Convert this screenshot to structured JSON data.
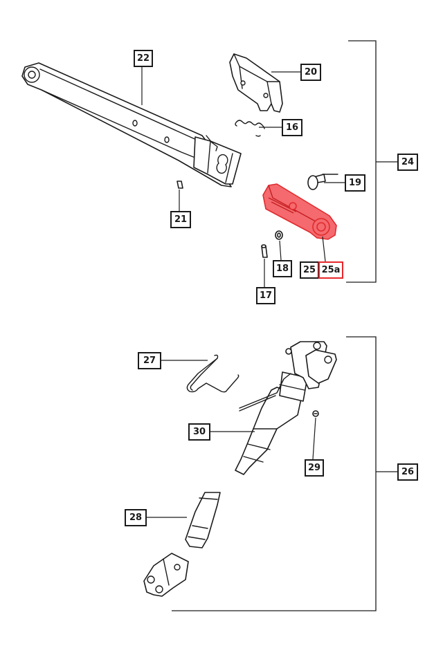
{
  "diagram": {
    "highlight_color": "#e8262a",
    "labels": [
      {
        "id": "l22",
        "text": "22",
        "highlight": false
      },
      {
        "id": "l20",
        "text": "20",
        "highlight": false
      },
      {
        "id": "l16",
        "text": "16",
        "highlight": false
      },
      {
        "id": "l24",
        "text": "24",
        "highlight": false
      },
      {
        "id": "l19",
        "text": "19",
        "highlight": false
      },
      {
        "id": "l21",
        "text": "21",
        "highlight": false
      },
      {
        "id": "l18",
        "text": "18",
        "highlight": false
      },
      {
        "id": "l25",
        "text": "25",
        "highlight": false
      },
      {
        "id": "l25a",
        "text": "25a",
        "highlight": true
      },
      {
        "id": "l17",
        "text": "17",
        "highlight": false
      },
      {
        "id": "l27",
        "text": "27",
        "highlight": false
      },
      {
        "id": "l30",
        "text": "30",
        "highlight": false
      },
      {
        "id": "l29",
        "text": "29",
        "highlight": false
      },
      {
        "id": "l26",
        "text": "26",
        "highlight": false
      },
      {
        "id": "l28",
        "text": "28",
        "highlight": false
      }
    ]
  }
}
